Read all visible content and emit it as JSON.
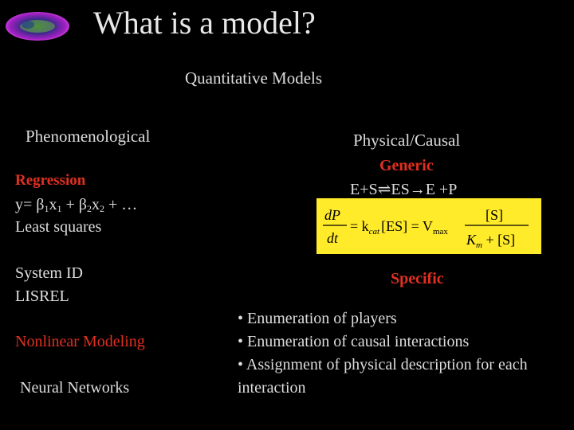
{
  "title": "What is a model?",
  "subtitle": "Quantitative Models",
  "left": {
    "heading": "Phenomenological",
    "regression_label": "Regression",
    "regression_equation": {
      "prefix": "y= β",
      "sub1a": "1",
      "mid1": "x",
      "sub1b": "1",
      "mid2": " + β",
      "sub2a": "2",
      "mid3": "x",
      "sub2b": "2",
      "suffix": " + …"
    },
    "least_squares": "Least squares",
    "system_id": "System ID",
    "lisrel": "LISREL",
    "nonlinear_modeling": "Nonlinear Modeling",
    "neural_networks": "Neural Networks"
  },
  "right": {
    "heading": "Physical/Causal",
    "generic_label": "Generic",
    "reaction": "E+S⇌ES→E +P",
    "equation": {
      "lhs_num": "dP",
      "lhs_den": "dt",
      "middle": "= k",
      "kcat_sub": "cat",
      "es": "[ES] = V",
      "vmax_sub": "max",
      "rhs_num": "[S]",
      "rhs_den_k": "K",
      "km_sub": "m",
      "rhs_den_rest": " + [S]"
    },
    "specific_label": "Specific",
    "bullets": [
      "• Enumeration of players",
      "• Enumeration of causal interactions",
      "• Assignment of physical description for each interaction"
    ]
  },
  "colors": {
    "background": "#000000",
    "text": "#dddddd",
    "accent_red": "#e03020",
    "equation_box": "#ffeb2a"
  },
  "logo_icon": "cell-image-logo"
}
